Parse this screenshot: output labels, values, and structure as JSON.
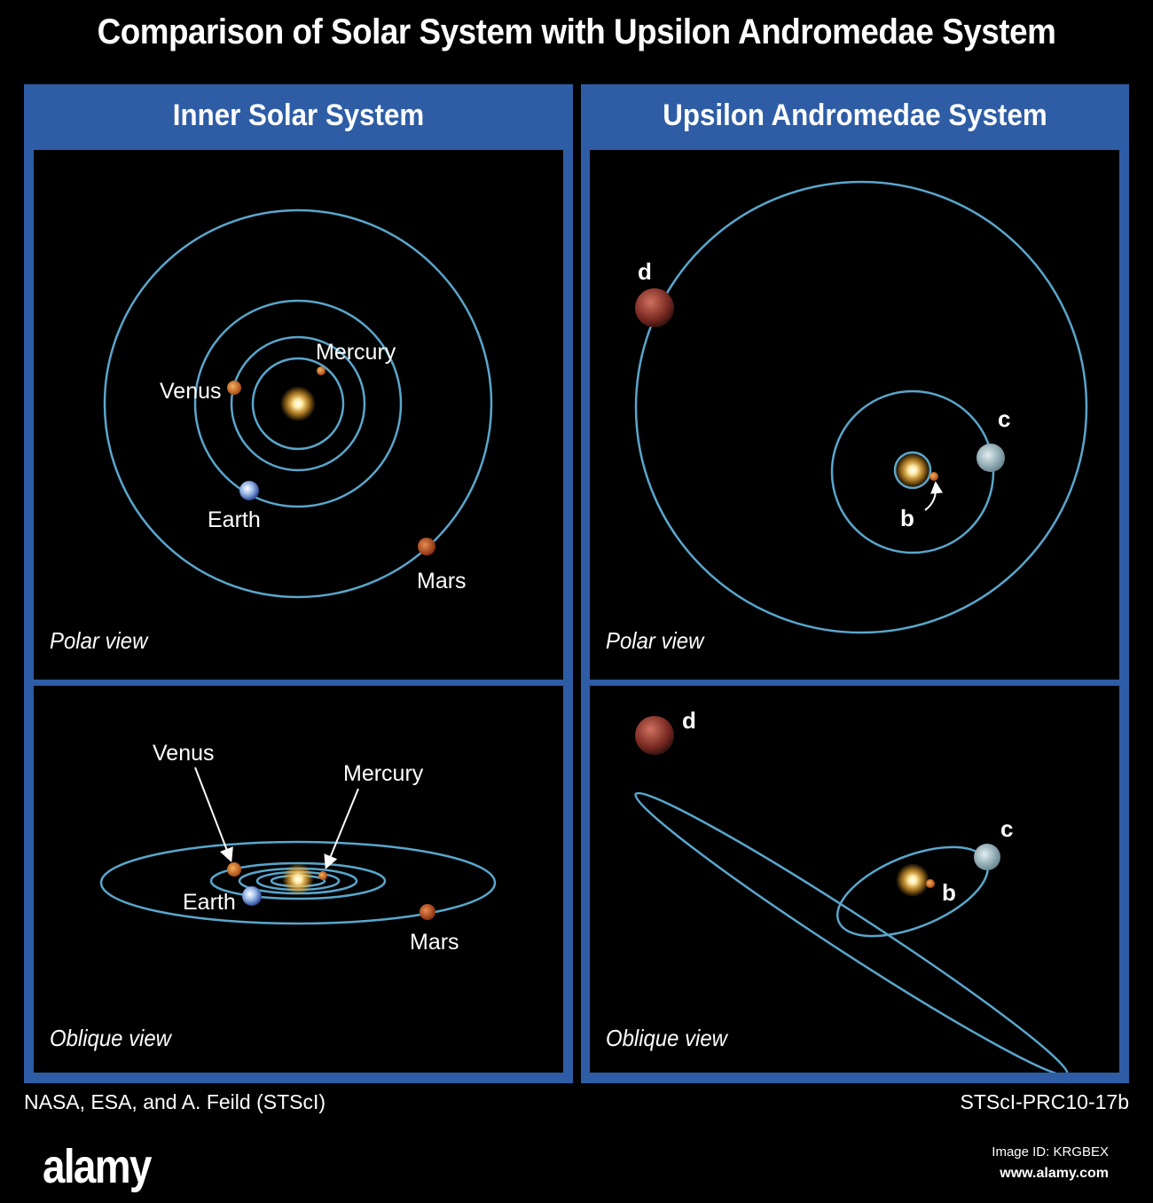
{
  "title": "Comparison of Solar System with Upsilon Andromedae System",
  "colors": {
    "panel": "#2e5da6",
    "orbit": "#5aa6cc",
    "background": "#000000"
  },
  "left_panel": {
    "title": "Inner Solar System",
    "polar": {
      "label": "Polar view",
      "planets": {
        "mercury": "Mercury",
        "venus": "Venus",
        "earth": "Earth",
        "mars": "Mars"
      }
    },
    "oblique": {
      "label": "Oblique view",
      "planets": {
        "venus": "Venus",
        "mercury": "Mercury",
        "earth": "Earth",
        "mars": "Mars"
      }
    }
  },
  "right_panel": {
    "title": "Upsilon Andromedae System",
    "polar": {
      "label": "Polar view",
      "planets": {
        "b": "b",
        "c": "c",
        "d": "d"
      }
    },
    "oblique": {
      "label": "Oblique view",
      "planets": {
        "b": "b",
        "c": "c",
        "d": "d"
      }
    }
  },
  "credits": {
    "left": "NASA, ESA, and A. Feild (STScI)",
    "right": "STScI-PRC10-17b"
  },
  "footer": {
    "logo": "alamy",
    "image_id": "Image ID: KRGBEX",
    "site": "www.alamy.com"
  }
}
